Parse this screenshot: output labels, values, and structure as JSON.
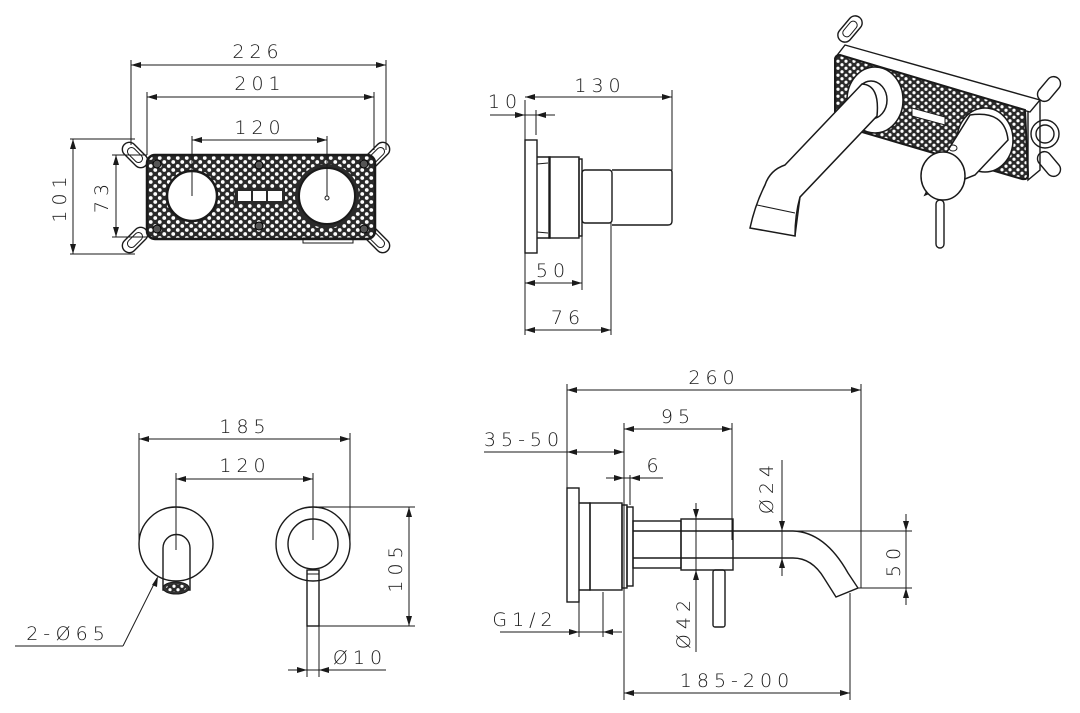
{
  "front_view": {
    "dims": {
      "overall_width": "226",
      "plate_width": "201",
      "center_distance": "120",
      "overall_height": "101",
      "plate_height": "73"
    }
  },
  "side_view": {
    "dims": {
      "flange": "10",
      "total_depth": "130",
      "body_depth": "50",
      "cap_depth": "76"
    }
  },
  "finished_front": {
    "dims": {
      "overall_width": "185",
      "center_distance": "120",
      "height": "105",
      "lever_diameter": "Ø10",
      "rosette_diameter": "2-Ø65"
    }
  },
  "finished_side": {
    "dims": {
      "total_length": "260",
      "wall_range": "35-50",
      "mixer_length": "95",
      "rosette_thickness": "6",
      "spout_diameter": "Ø24",
      "mixer_diameter": "Ø42",
      "spout_drop": "50",
      "connection": "G1/2",
      "projection": "185-200"
    }
  },
  "colors": {
    "line": "#1a1a1a",
    "background": "#ffffff"
  }
}
